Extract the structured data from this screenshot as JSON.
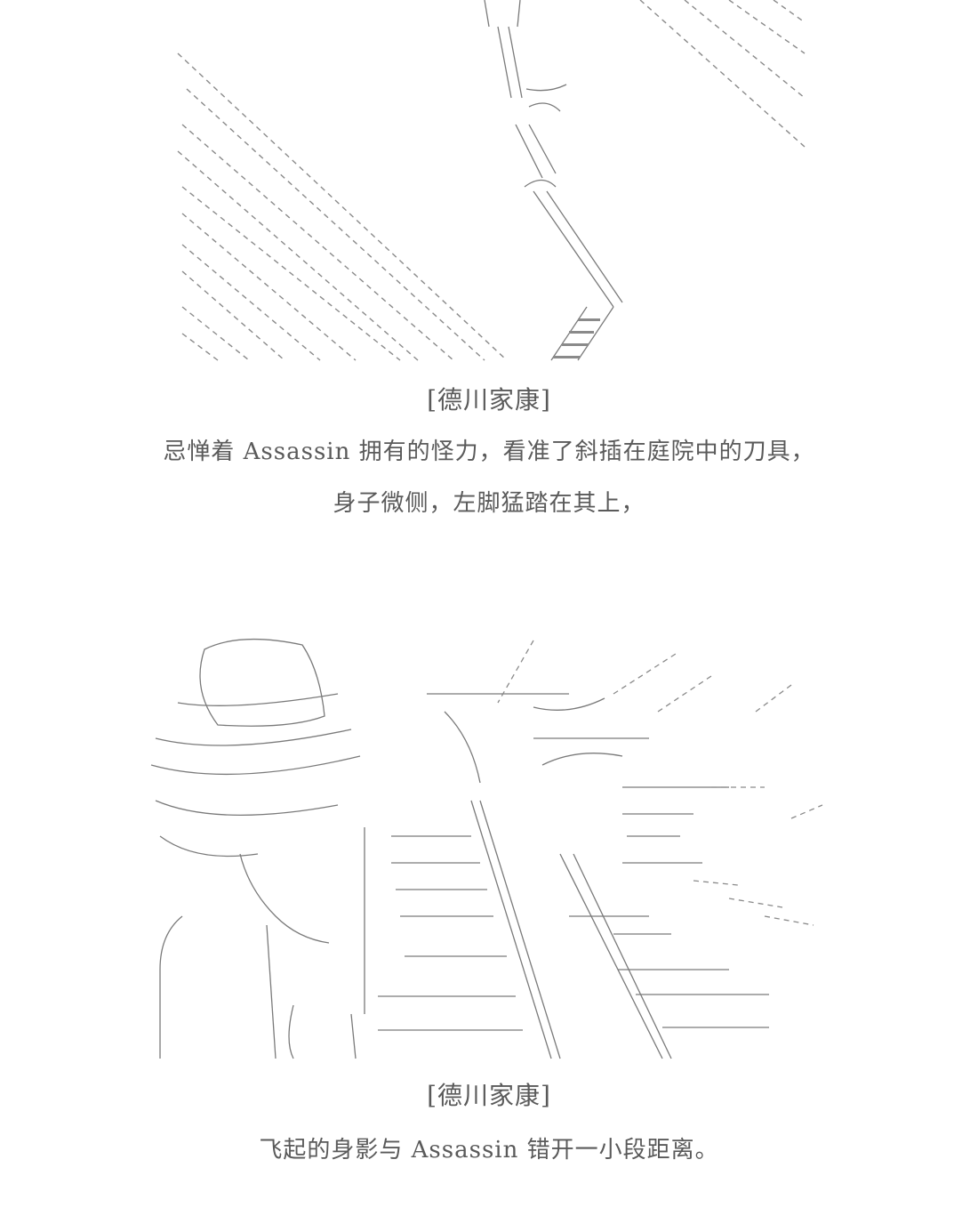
{
  "panels": [
    {
      "speaker": "[德川家康]",
      "lines": [
        "忌惮着 Assassin 拥有的怪力，看准了斜插在庭院中的刀具，",
        "身子微侧，左脚猛踏在其上，"
      ]
    },
    {
      "speaker": "[德川家康]",
      "lines": [
        "飞起的身影与 Assassin 错开一小段距离。"
      ]
    }
  ],
  "colors": {
    "background": "#ffffff",
    "art": "#8a8a8a",
    "text": "#5a5a5a"
  }
}
